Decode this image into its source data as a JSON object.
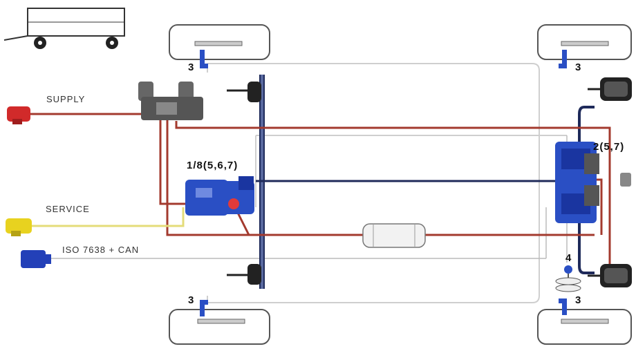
{
  "labels": {
    "supply": "SUPPLY",
    "service": "SERVICE",
    "iso": "ISO 7638 + CAN",
    "part_left": "1/8(5,6,7)",
    "part_right": "2(5,7)",
    "sensor": "3",
    "levelling": "4"
  },
  "colors": {
    "supply_line": "#a33a2e",
    "service_line": "#e4dc79",
    "control_line": "#1e2a5a",
    "valve_blue": "#2a4fc4",
    "valve_gray": "#555555",
    "coupling_red": "#d12a2a",
    "coupling_yellow": "#e8d21f",
    "coupling_blue": "#2340b8",
    "frame": "#c9c9c9"
  }
}
